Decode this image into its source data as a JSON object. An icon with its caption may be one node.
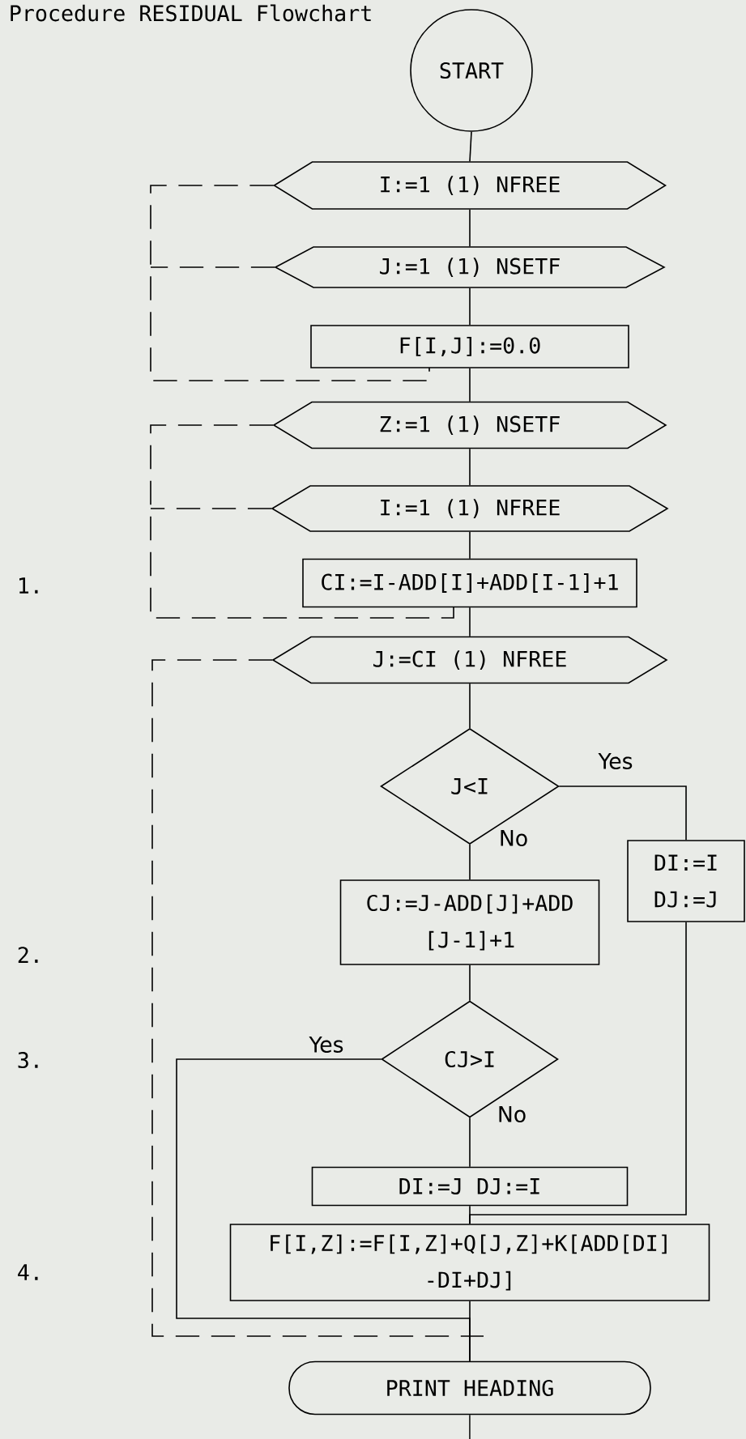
{
  "diagram": {
    "title": "Procedure RESIDUAL Flowchart",
    "nodes": [
      {
        "text": [
          "START"
        ]
      },
      {
        "text": [
          "I:=1 (1) NFREE"
        ]
      },
      {
        "text": [
          "J:=1 (1) NSETF"
        ]
      },
      {
        "text": [
          "F[I,J]:=0.0"
        ]
      },
      {
        "text": [
          "Z:=1 (1) NSETF"
        ]
      },
      {
        "text": [
          "I:=1 (1) NFREE"
        ]
      },
      {
        "text": [
          "CI:=I-ADD[I]+ADD[I-1]+1"
        ]
      },
      {
        "text": [
          "J:=CI (1) NFREE"
        ]
      },
      {
        "text": [
          "J<I"
        ]
      },
      {
        "text": [
          "DI:=I DJ:=J"
        ]
      },
      {
        "text": [
          "CJ:=J-ADD[J]+ADD [J-1]+1"
        ]
      },
      {
        "text": [
          "CJ>I"
        ]
      },
      {
        "text": [
          "DI:=J DJ:=I"
        ]
      },
      {
        "text": [
          "F[I,Z]:=F[I,Z]+Q[J,Z]+K[ADD[DI] -DI+DJ]"
        ]
      },
      {
        "text": [
          "PRINT HEADING"
        ]
      }
    ],
    "edges": [
      {
        "from": 0,
        "to": 1,
        "arrow": "none"
      },
      {
        "from": 1,
        "to": 2,
        "arrow": "none"
      },
      {
        "from": 2,
        "to": 3,
        "arrow": "none"
      },
      {
        "from": 3,
        "to": 4,
        "arrow": "none"
      },
      {
        "from": 4,
        "to": 5,
        "arrow": "none"
      },
      {
        "from": 5,
        "to": 6,
        "arrow": "none"
      },
      {
        "from": 6,
        "to": 7,
        "arrow": "none"
      },
      {
        "from": 7,
        "to": 8,
        "arrow": "none"
      },
      {
        "from": 8,
        "to": 9,
        "arrow": "none",
        "label": "Yes"
      },
      {
        "from": 8,
        "to": 10,
        "arrow": "none",
        "label": "No"
      },
      {
        "from": 10,
        "to": 11,
        "arrow": "none"
      },
      {
        "from": 11,
        "to": 14,
        "arrow": "none",
        "label": "Yes"
      },
      {
        "from": 11,
        "to": 12,
        "arrow": "none",
        "label": "No"
      },
      {
        "from": 12,
        "to": 13,
        "arrow": "none"
      },
      {
        "from": 9,
        "to": 13,
        "arrow": "none"
      },
      {
        "from": 13,
        "to": 14,
        "arrow": "none"
      },
      {
        "from": 14,
        "to": null,
        "arrow": "none"
      },
      {
        "from": 1,
        "to": 3,
        "arrow": "none",
        "style": "dashed"
      },
      {
        "from": 2,
        "to": null,
        "arrow": "none",
        "style": "dashed"
      },
      {
        "from": 4,
        "to": 6,
        "arrow": "none",
        "style": "dashed"
      },
      {
        "from": 5,
        "to": null,
        "arrow": "none",
        "style": "dashed"
      },
      {
        "from": 7,
        "to": null,
        "arrow": "none",
        "style": "dashed"
      }
    ],
    "labels": [
      "1.",
      "2.",
      "3.",
      "4."
    ]
  }
}
